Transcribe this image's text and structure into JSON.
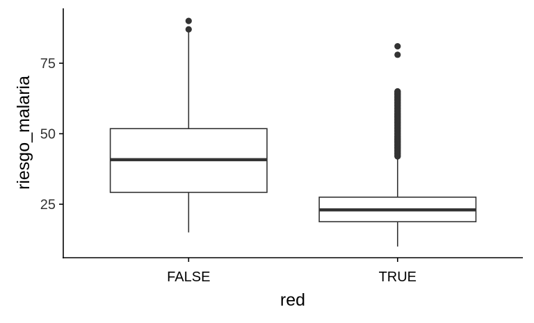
{
  "chart_data": {
    "type": "boxplot",
    "title": "",
    "xlabel": "red",
    "ylabel": "riesgo_malaria",
    "categories": [
      "FALSE",
      "TRUE"
    ],
    "yticks": [
      25,
      50,
      75
    ],
    "ylim": [
      6,
      94.5
    ],
    "grid": false,
    "boxes": [
      {
        "category": "FALSE",
        "whisker_low": 15,
        "q1": 29.2,
        "median": 40.8,
        "q3": 51.8,
        "whisker_high": 86,
        "outliers": [
          87,
          90
        ]
      },
      {
        "category": "TRUE",
        "whisker_low": 10,
        "q1": 18.8,
        "median": 23,
        "q3": 27.5,
        "whisker_high": 41.5,
        "outliers": [
          42,
          43,
          44,
          45,
          46,
          47,
          48,
          49,
          50,
          51,
          52,
          53,
          54,
          55,
          56,
          57,
          58,
          59,
          60,
          61,
          62,
          63,
          64,
          65,
          78,
          81
        ]
      }
    ],
    "colors": {
      "line": "#333333",
      "axis": "#000000",
      "text": "#000000"
    }
  }
}
